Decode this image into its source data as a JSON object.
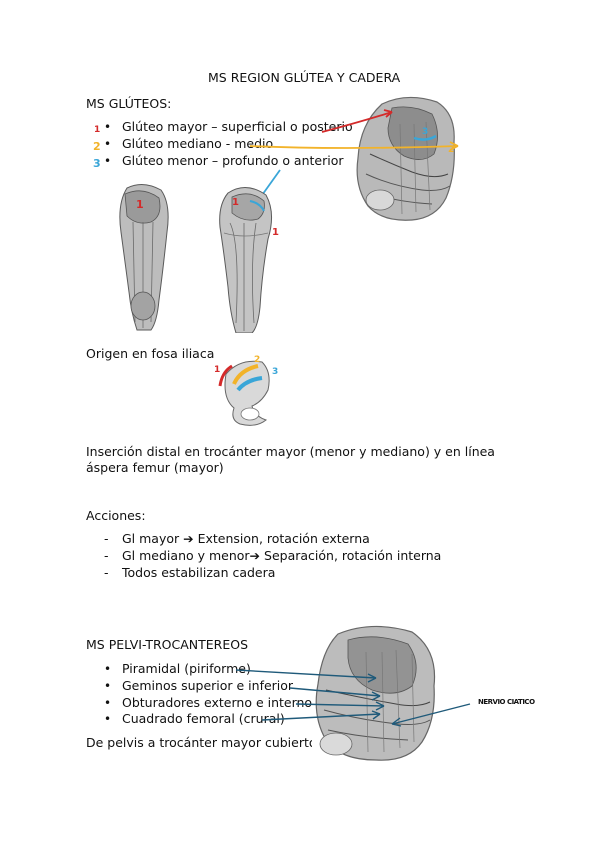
{
  "title": "MS REGION GLÚTEA Y CADERA",
  "gluteos": {
    "heading": "MS GLÚTEOS:",
    "items": [
      {
        "num": "1",
        "text": "Glúteo mayor – superficial o posterior"
      },
      {
        "num": "2",
        "text": "Glúteo mediano - medio"
      },
      {
        "num": "3",
        "text": "Glúteo menor – profundo o anterior"
      }
    ],
    "origin": "Origen en fosa iliaca",
    "insertion_line1": "Inserción distal en trocánter mayor (menor y mediano) y en línea",
    "insertion_line2": "áspera femur (mayor)",
    "actions_heading": "Acciones:",
    "actions": [
      "Gl mayor ➔ Extension, rotación externa",
      "Gl mediano y menor➔ Separación, rotación interna",
      "Todos estabilizan cadera"
    ]
  },
  "pelvi": {
    "heading": "MS PELVI-TROCANTEREOS",
    "items": [
      "Piramidal (piriforme)",
      "Geminos superior e inferior",
      "Obturadores externo e interno",
      "Cuadrado femoral (crural)"
    ],
    "note": "De pelvis a trocánter mayor cubierto",
    "annotation": "NERVIO CIATICO"
  },
  "marks": {
    "one": "1",
    "two": "2",
    "three": "3"
  },
  "colors": {
    "red": "#d42a2a",
    "yellow": "#f2b32a",
    "blue": "#3aa6d8",
    "navy": "#1f5a7a"
  }
}
